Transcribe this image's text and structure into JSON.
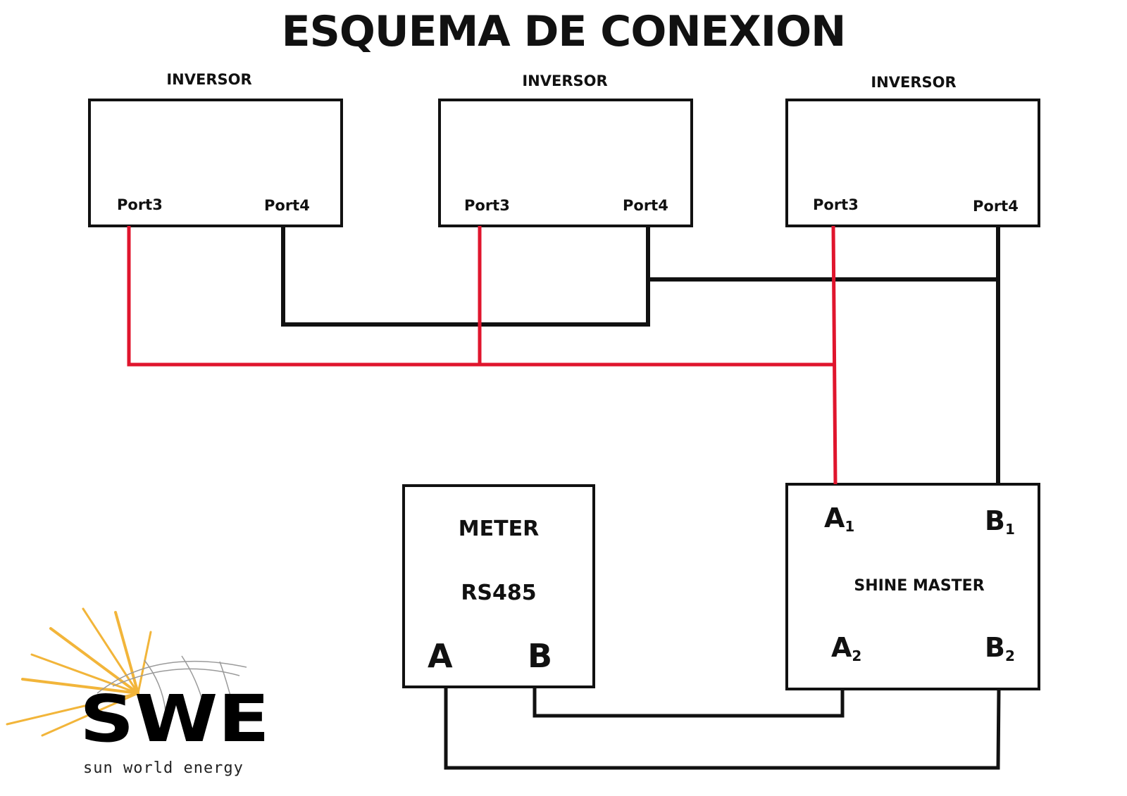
{
  "title": "ESQUEMA DE CONEXION",
  "inverters": [
    {
      "title": "INVERSOR",
      "port3": "Port3",
      "port4": "Port4"
    },
    {
      "title": "INVERSOR",
      "port3": "Port3",
      "port4": "Port4"
    },
    {
      "title": "INVERSOR",
      "port3": "Port3",
      "port4": "Port4"
    }
  ],
  "meter": {
    "line1": "METER",
    "line2": "RS485",
    "a": "A",
    "b": "B"
  },
  "shine_master": {
    "name": "SHINE MASTER",
    "a1": "A",
    "a1_sub": "1",
    "b1": "B",
    "b1_sub": "1",
    "a2": "A",
    "a2_sub": "2",
    "b2": "B",
    "b2_sub": "2"
  },
  "logo": {
    "mark": "SWE",
    "tagline": "sun world energy"
  },
  "colors": {
    "red_wire": "#e0152d",
    "black_wire": "#111111",
    "sun": "#f2b53a"
  }
}
